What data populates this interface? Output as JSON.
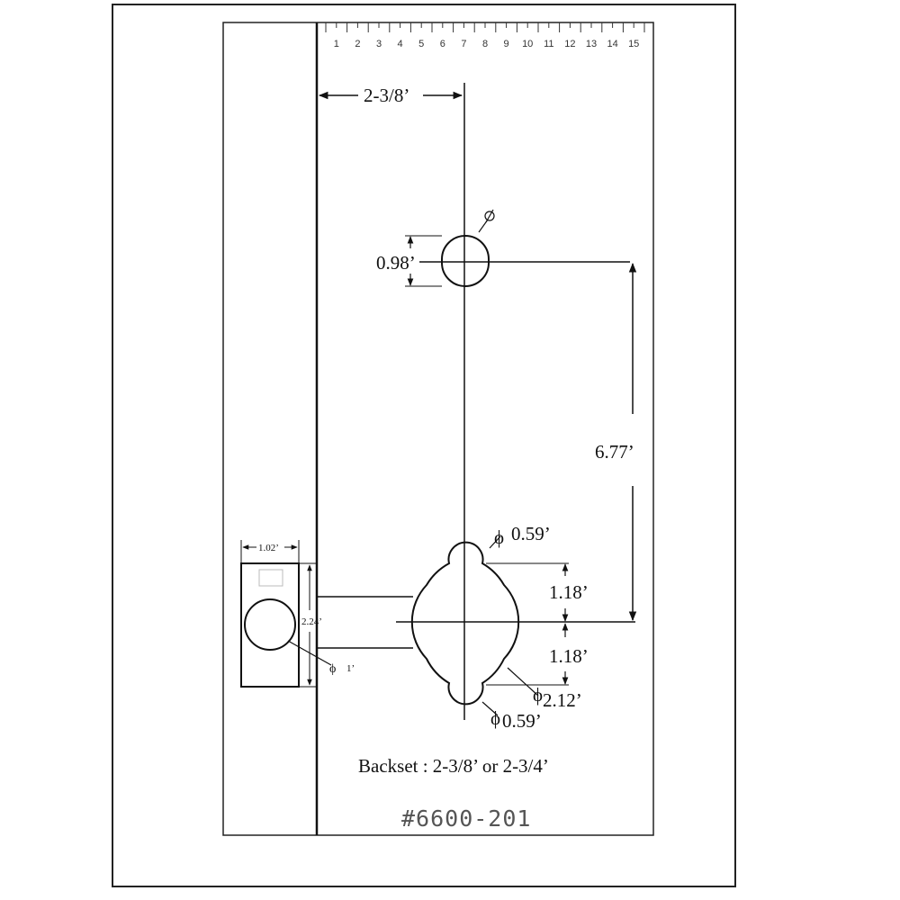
{
  "ruler": {
    "numbers": [
      "1",
      "2",
      "3",
      "4",
      "5",
      "6",
      "7",
      "8",
      "9",
      "10",
      "11",
      "12",
      "13",
      "14",
      "15"
    ]
  },
  "dimensions": {
    "backset_top": "2-3/8’",
    "top_hole_height": "0.98’",
    "center_distance": "6.77’",
    "upper_lobe_dia": "0.59’",
    "upper_offset": "1.18’",
    "lower_offset": "1.18’",
    "main_bore_dia": "2.12’",
    "lower_lobe_dia": "0.59’",
    "edge_plate_width": "1.02’",
    "edge_plate_height": "2.24’",
    "edge_bore_dia": "1’"
  },
  "symbols": {
    "diameter": "ϕ"
  },
  "notes": {
    "backset": "Backset : 2-3/8’ or 2-3/4’"
  },
  "part_number": "#6600-201"
}
